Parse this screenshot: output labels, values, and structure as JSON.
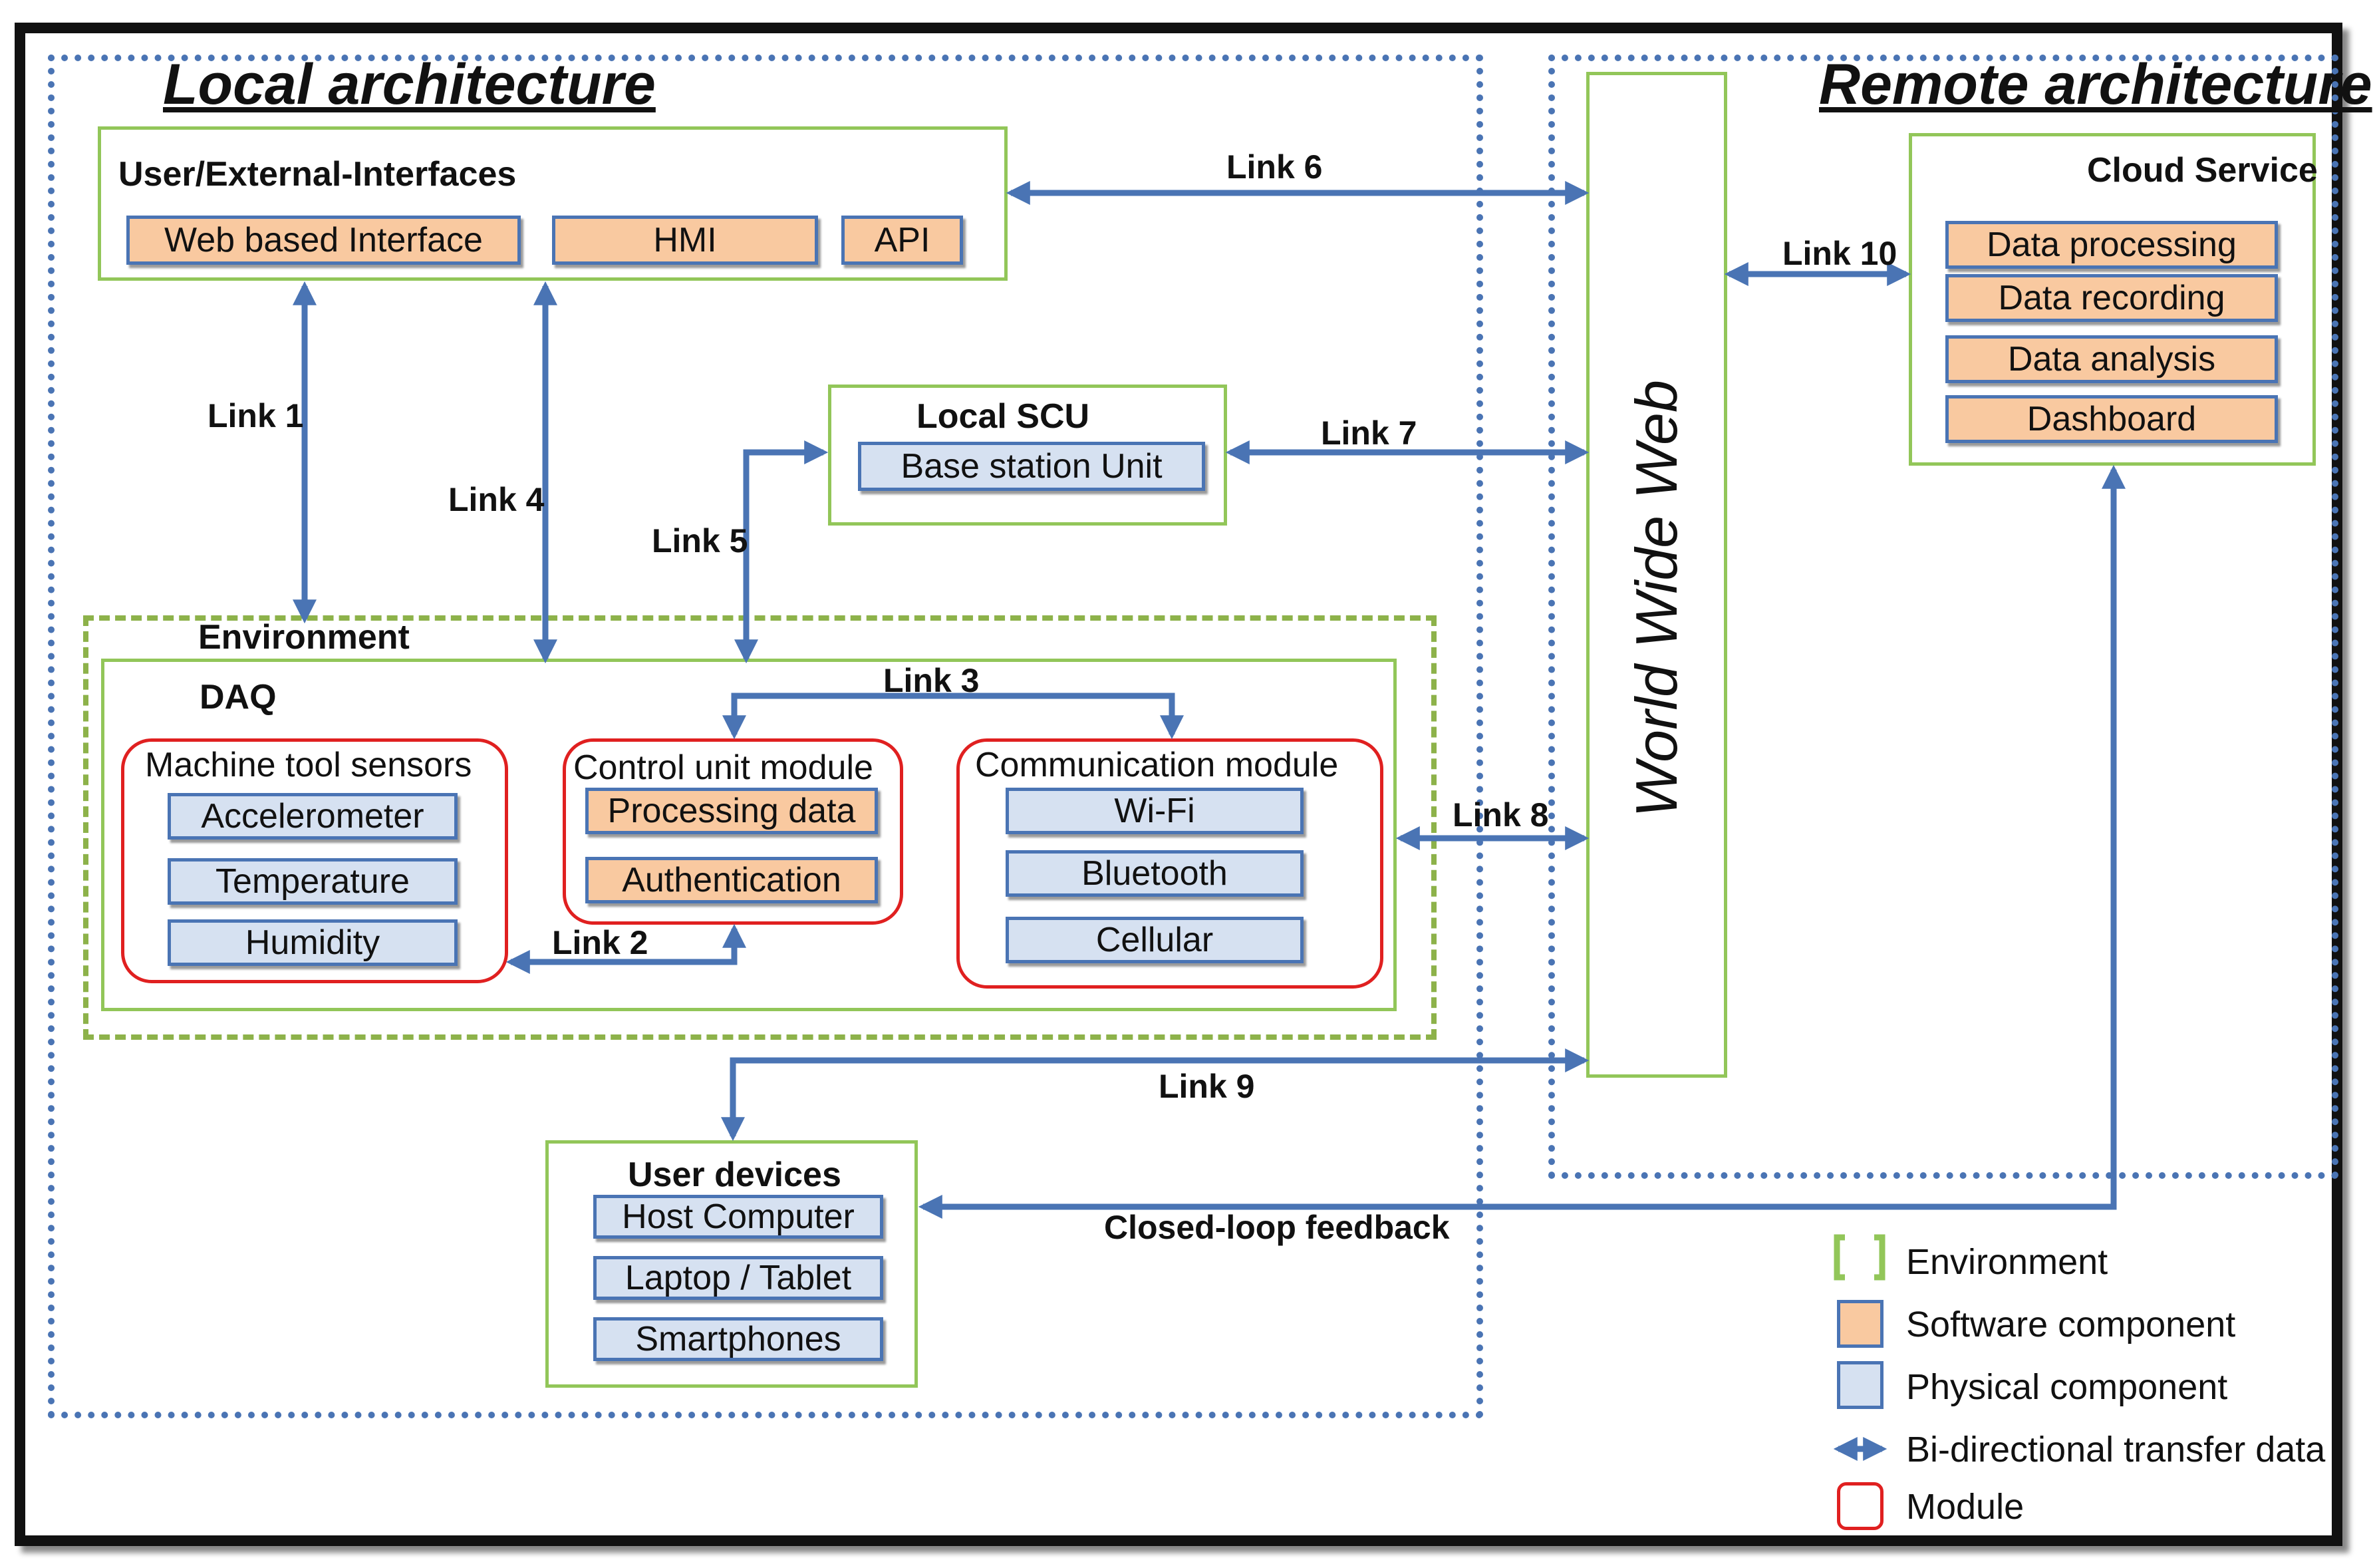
{
  "zones": {
    "local": "Local architecture",
    "remote": "Remote architecture"
  },
  "user_interfaces": {
    "title": "User/External-Interfaces",
    "items": [
      "Web based Interface",
      "HMI",
      "API"
    ]
  },
  "local_scu": {
    "title": "Local SCU",
    "items": [
      "Base station Unit"
    ]
  },
  "www": "World Wide Web",
  "cloud_service": {
    "title": "Cloud Service",
    "items": [
      "Data processing",
      "Data recording",
      "Data analysis",
      "Dashboard"
    ]
  },
  "environment": {
    "title": "Environment",
    "daq": {
      "title": "DAQ",
      "sensors": {
        "title": "Machine tool sensors",
        "items": [
          "Accelerometer",
          "Temperature",
          "Humidity"
        ]
      },
      "control": {
        "title": "Control unit module",
        "items": [
          "Processing data",
          "Authentication"
        ]
      },
      "communication": {
        "title": "Communication module",
        "items": [
          "Wi-Fi",
          "Bluetooth",
          "Cellular"
        ]
      }
    }
  },
  "user_devices": {
    "title": "User devices",
    "items": [
      "Host Computer",
      "Laptop / Tablet",
      "Smartphones"
    ]
  },
  "links": {
    "l1": "Link 1",
    "l2": "Link 2",
    "l3": "Link 3",
    "l4": "Link 4",
    "l5": "Link 5",
    "l6": "Link 6",
    "l7": "Link 7",
    "l8": "Link 8",
    "l9": "Link 9",
    "l10": "Link 10",
    "feedback": "Closed-loop  feedback"
  },
  "legend": {
    "environment": "Environment",
    "software": "Software component",
    "physical": "Physical component",
    "bidirectional": "Bi-directional  transfer data",
    "module": "Module"
  },
  "colors": {
    "link_arrow": "#4a74b4",
    "software_fill": "#f9c9a0",
    "physical_fill": "#d6e1f1",
    "module_border": "#e02020",
    "environment_border": "#8db24a",
    "zone_border": "#4a74b4"
  }
}
